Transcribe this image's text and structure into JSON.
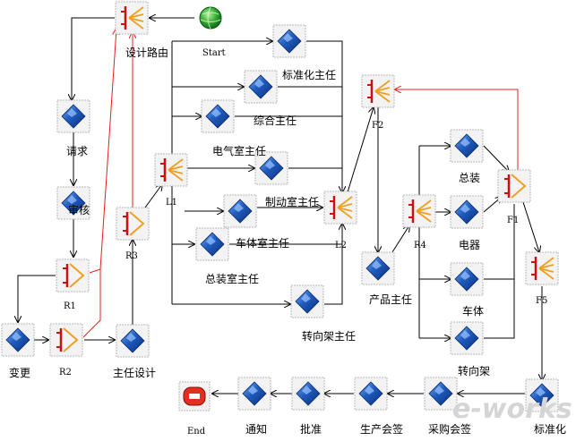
{
  "colors": {
    "node_border": "#b8b8b8",
    "node_fill": "#f3f3f3",
    "diamond_blue": "#1f5bbf",
    "router_orange": "#f0a020",
    "router_red": "#cc1010",
    "edge_black": "#000000",
    "edge_red": "#e02020",
    "start_green": "#2a9a2a",
    "end_red": "#e03020"
  },
  "labels": {
    "sheji_luyou": "设计路由",
    "start": "Start",
    "biaozhunhua_zhuren": "标准化主任",
    "zonghe_zhuren": "综合主任",
    "dianqishi_zhuren": "电气室主任",
    "zhidongshi_zhuren": "制动室主任",
    "cheti_shi_zhuren": "车体室主任",
    "zongzhuang_shi_zhuren": "总装室主任",
    "zhuanxiangjia_zhuren": "转向架主任",
    "qingqiu": "请求",
    "shenhe": "审核",
    "r1": "R1",
    "r2": "R2",
    "r3": "R3",
    "r4": "R4",
    "l1": "L1",
    "l2": "L2",
    "f1": "F1",
    "f2": "F2",
    "f5": "F5",
    "biangeng": "变更",
    "zhuren_sheji": "主任设计",
    "chanpin_zhuren": "产品主任",
    "zongzhuang": "总装",
    "dianqi": "电器",
    "cheti": "车体",
    "zhuanxiangjia": "转向架",
    "biaozhunhua": "标准化",
    "caigou_huiqian": "采购会签",
    "shengchan_huiqian": "生产会签",
    "pizhun": "批准",
    "tongzhi": "通知",
    "end": "End"
  },
  "watermark": "e-works",
  "icons": {
    "task": "blue-diamond-icon",
    "split": "split-router-icon",
    "join": "join-router-icon",
    "start": "green-globe-icon",
    "end": "red-stop-icon"
  }
}
